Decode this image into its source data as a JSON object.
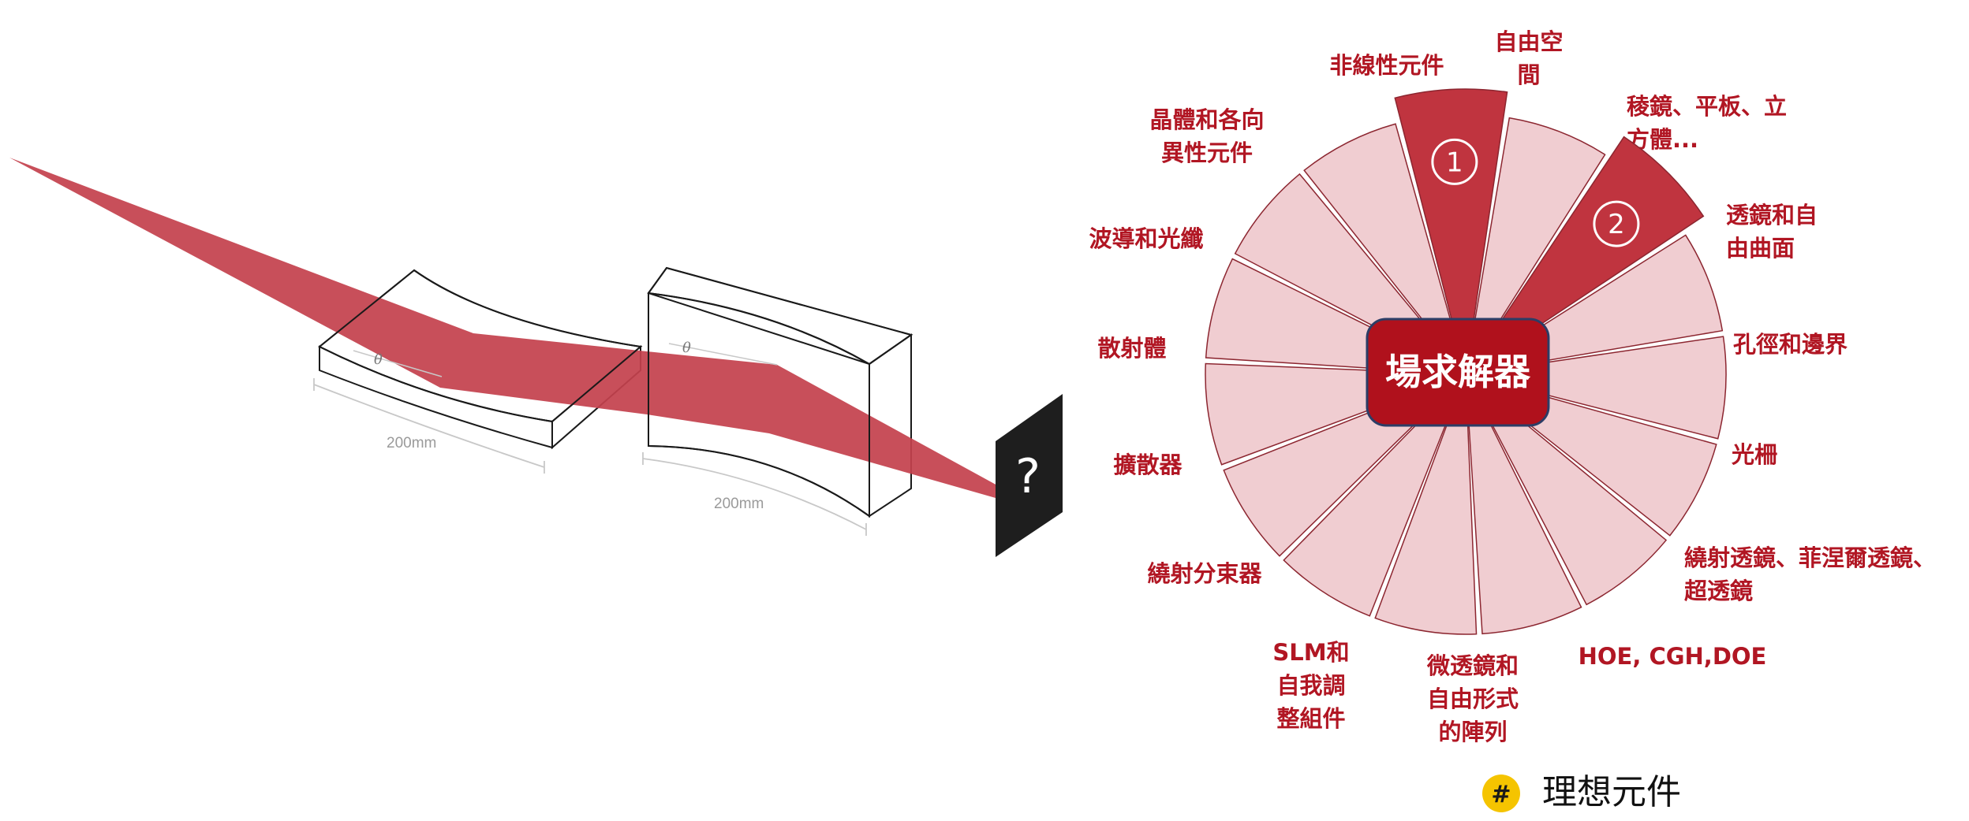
{
  "colors": {
    "beam": "#c4424d",
    "segment_light": "#f0cdd1",
    "segment_dark": "#c0343f",
    "hub_fill": "#b0111c",
    "hub_border": "#2c3d66",
    "label": "#b11623",
    "badge": "#f5c400"
  },
  "optics": {
    "dim_label_1": "200mm",
    "dim_label_2": "200mm",
    "angle_symbol_1": "θ",
    "angle_symbol_2": "θ",
    "screen_symbol": "?"
  },
  "wheel": {
    "center_label": "場求解器",
    "segments": [
      {
        "lines": [
          "自由空",
          "間"
        ],
        "highlight": true,
        "number": "1"
      },
      {
        "lines": [
          "稜鏡、平板、立",
          "方體..."
        ],
        "highlight": false
      },
      {
        "lines": [
          "透鏡和自",
          "由曲面"
        ],
        "highlight": true,
        "number": "2"
      },
      {
        "lines": [
          "孔徑和邊界"
        ],
        "highlight": false
      },
      {
        "lines": [
          "光柵"
        ],
        "highlight": false
      },
      {
        "lines": [
          "繞射透鏡、菲涅爾透鏡、",
          "超透鏡"
        ],
        "highlight": false
      },
      {
        "lines": [
          "HOE, CGH,DOE"
        ],
        "highlight": false
      },
      {
        "lines": [
          "微透鏡和",
          "自由形式",
          "的陣列"
        ],
        "highlight": false
      },
      {
        "lines": [
          "SLM和",
          "自我調",
          "整組件"
        ],
        "highlight": false
      },
      {
        "lines": [
          "繞射分束器"
        ],
        "highlight": false
      },
      {
        "lines": [
          "擴散器"
        ],
        "highlight": false
      },
      {
        "lines": [
          "散射體"
        ],
        "highlight": false
      },
      {
        "lines": [
          "波導和光纖"
        ],
        "highlight": false
      },
      {
        "lines": [
          "晶體和各向",
          "異性元件"
        ],
        "highlight": false
      },
      {
        "lines": [
          "非線性元件"
        ],
        "highlight": false
      }
    ]
  },
  "footer": {
    "badge_symbol": "#",
    "label": "理想元件"
  }
}
